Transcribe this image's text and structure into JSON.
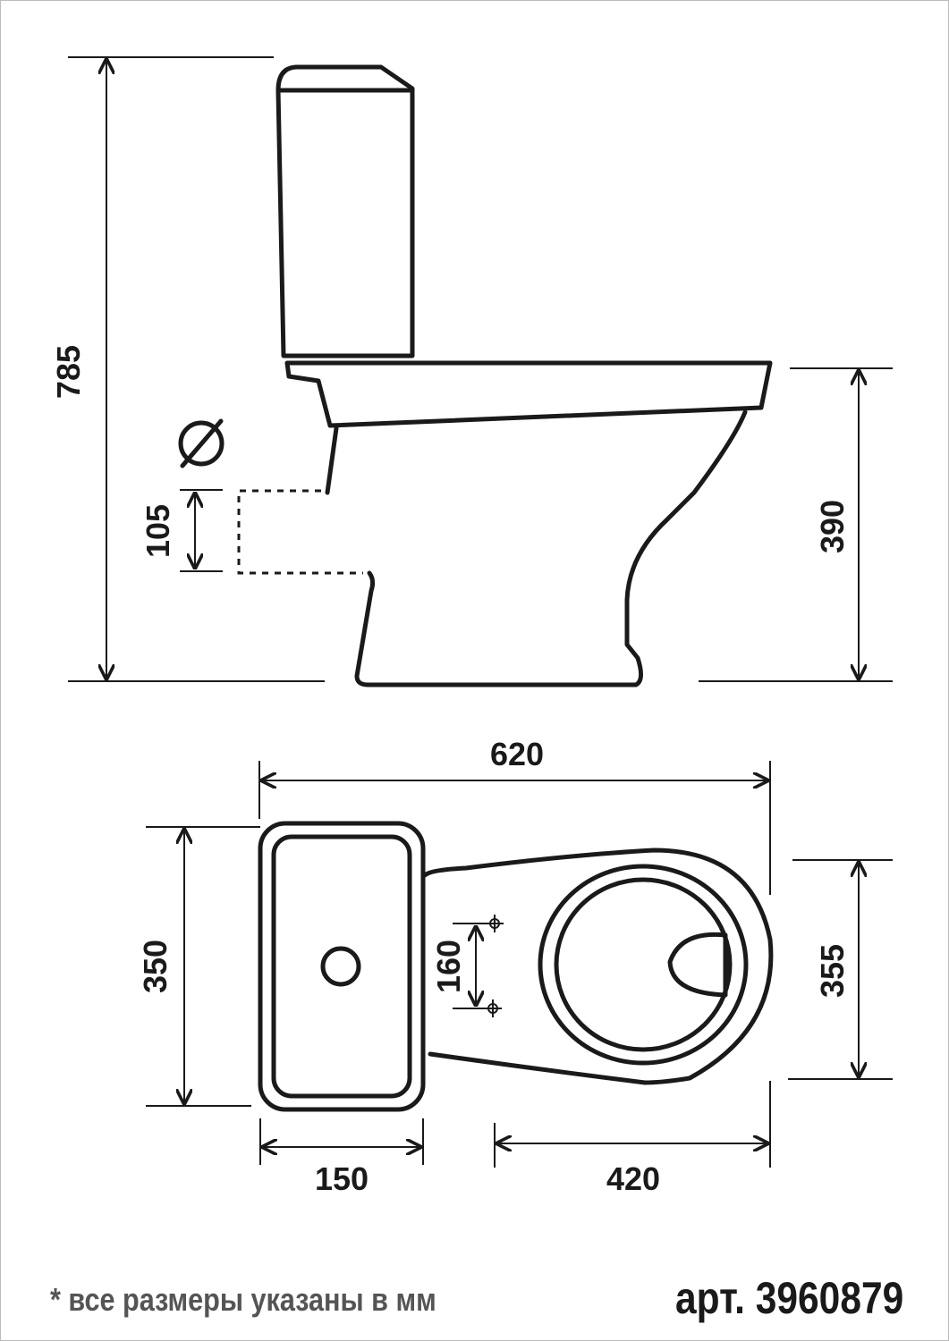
{
  "side_view": {
    "height_total": "785",
    "drain_height": "105",
    "seat_height": "390",
    "diameter_symbol": "∅"
  },
  "top_view": {
    "length_total": "620",
    "tank_depth": "350",
    "bolt_spacing": "160",
    "bowl_width": "355",
    "tank_width": "150",
    "bowl_length": "420"
  },
  "footer": {
    "note": "* все размеры указаны в мм",
    "article": "арт. 3960879"
  }
}
